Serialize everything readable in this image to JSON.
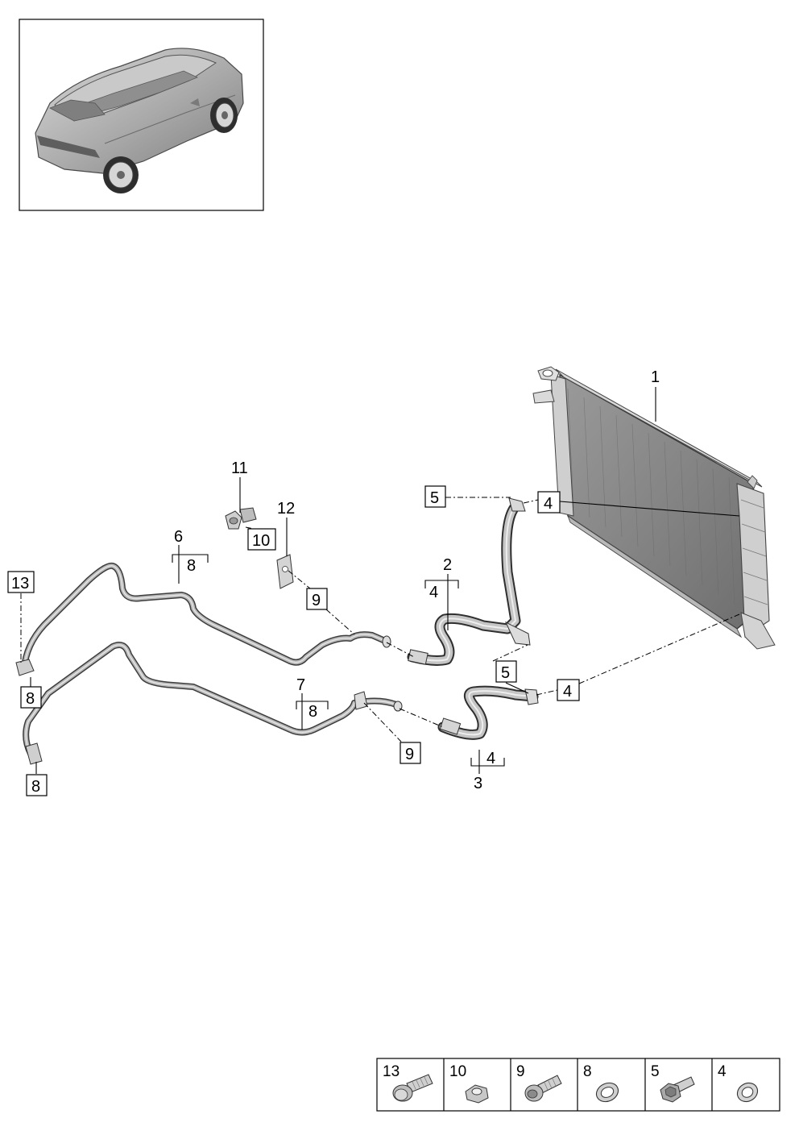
{
  "callouts": {
    "p1": "1",
    "p2": "2",
    "p3": "3",
    "p4a": "4",
    "p4b": "4",
    "p4c": "4",
    "p4d": "4",
    "p5a": "5",
    "p5b": "5",
    "p6": "6",
    "p7": "7",
    "p8a": "8",
    "p8b": "8",
    "p8c": "8",
    "p8d": "8",
    "p9a": "9",
    "p9b": "9",
    "p10": "10",
    "p11": "11",
    "p12": "12",
    "p13": "13"
  },
  "legend": [
    {
      "num": "13",
      "icon": "flange-bolt-icon"
    },
    {
      "num": "10",
      "icon": "hex-nut-icon"
    },
    {
      "num": "9",
      "icon": "bolt-icon"
    },
    {
      "num": "8",
      "icon": "sealing-ring-icon"
    },
    {
      "num": "5",
      "icon": "hex-bolt-icon"
    },
    {
      "num": "4",
      "icon": "o-ring-icon"
    }
  ]
}
